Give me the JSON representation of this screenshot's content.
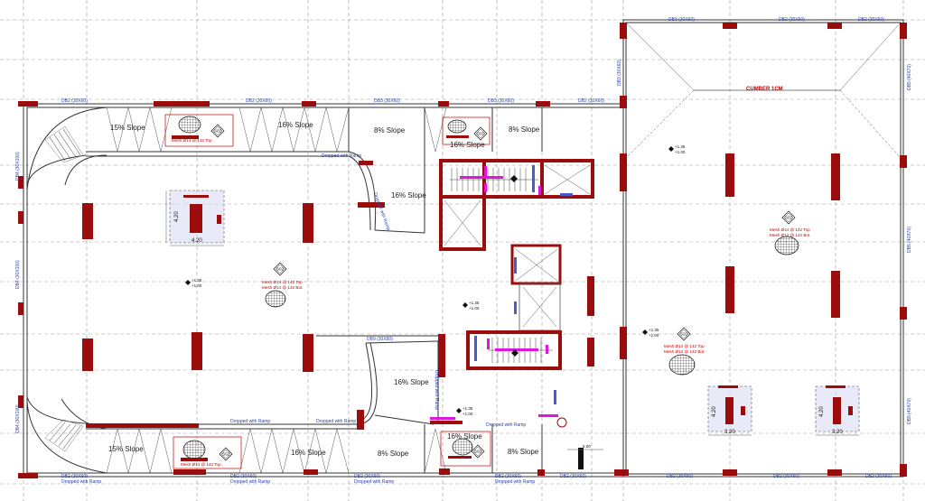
{
  "beams": {
    "top_left_1": "DB2 (30X60)",
    "top_left_2": "DB2 (30X60)",
    "top_mid": "DB3 (30X60)",
    "top_mid_2": "DB3 (30X60)",
    "top_right_short": "DB2 (30X60)",
    "roof_1": "DB3 (30X60)",
    "roof_2": "DB2 (30X60)",
    "roof_3": "DB2 (30X60)",
    "right_v_1": "DB5 (40X70)",
    "right_v_2": "DB5 (40X70)",
    "right_v_3": "DB5 (40X70)",
    "left_v_1": "DB4 (30X100)",
    "left_v_2": "DB4 (30X100)",
    "left_v_3": "DB4 (30X100)",
    "inner_v": "DB3 (30X60)",
    "center_beam": "DB9 (30X80)",
    "bottom_1": "DB2 (30X60)",
    "bottom_2": "DB2 (30X60)",
    "bottom_3": "DB2 (30X60)",
    "bottom_4": "DB2 (30X60)",
    "bottom_5": "DB2 (30X60)",
    "bottom_6": "DB2 (30X60)",
    "bottom_7": "DB2 (30X60)",
    "bottom_8": "DB2 (30X60)",
    "dropped": "Dropped with Ramp"
  },
  "slopes": {
    "s_top_left": "15% Slope",
    "s_top_mid": "16% Slope",
    "s_top_8a": "8% Slope",
    "s_top_16b": "16% Slope",
    "s_top_8b": "8% Slope",
    "s_ramp_upper": "16% Slope",
    "s_ramp_lower": "16% Slope",
    "s_bot_left": "15% Slope",
    "s_bot_mid": "16% Slope",
    "s_bot_8a": "8% Slope",
    "s_bot_16b": "16% Slope",
    "s_bot_8b": "8% Slope"
  },
  "labels": {
    "cumber": "CUMBER 1CM",
    "mesh_center_1": "Mesh Ø14 @ 142 Top",
    "mesh_center_2": "Mesh Ø14 @ 142 Bot.",
    "mesh_right_1": "Mesh Ø14 @ 142 Top",
    "mesh_right_2": "Mesh Ø14 @ 142 Bot.",
    "mesh_lower_1": "Mesh Ø14 @ 142 Top",
    "mesh_lower_2": "Mesh Ø14 @ 142 Bot.",
    "mesh_small_top": "Mesh Ø14 @ 142 Top",
    "mesh_small_bot": "Mesh Ø14 @ 142 Top",
    "level_1": "+1.35",
    "level_1b": "+1.00",
    "level_2": "+1.35",
    "level_2b": "+1.00",
    "level_3": "+1.35",
    "level_3b": "+1.00",
    "level_4": "+1.35",
    "level_4b": "+1.00",
    "level_5": "+1.35",
    "level_5b": "+1.00",
    "tag_1": "S02",
    "tag_2": "S02",
    "tag_3": "S02",
    "tag_4": "S02",
    "tag_5": "S02",
    "tag_6": "S02",
    "tag_7": "S02",
    "dim_left_w": "4.20",
    "dim_left_h": "4.20",
    "dim_r1_w": "3.20",
    "dim_r1_h": "4.20",
    "dim_r2_w": "3.20",
    "dim_r2_h": "4.20",
    "dim_bot": "5.00"
  }
}
